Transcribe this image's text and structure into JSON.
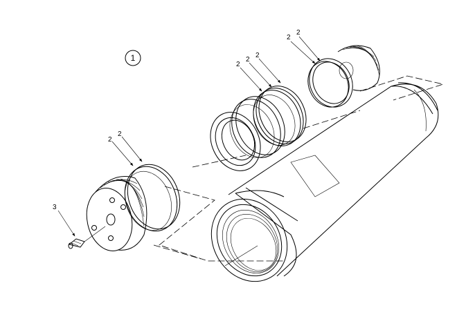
{
  "view_callout": "1",
  "callouts": {
    "end_cap_right": [
      "2",
      "2"
    ],
    "piston_seals": [
      "2",
      "2",
      "2"
    ],
    "end_cap_left": [
      "2",
      "2"
    ],
    "grease_fitting": "3"
  }
}
